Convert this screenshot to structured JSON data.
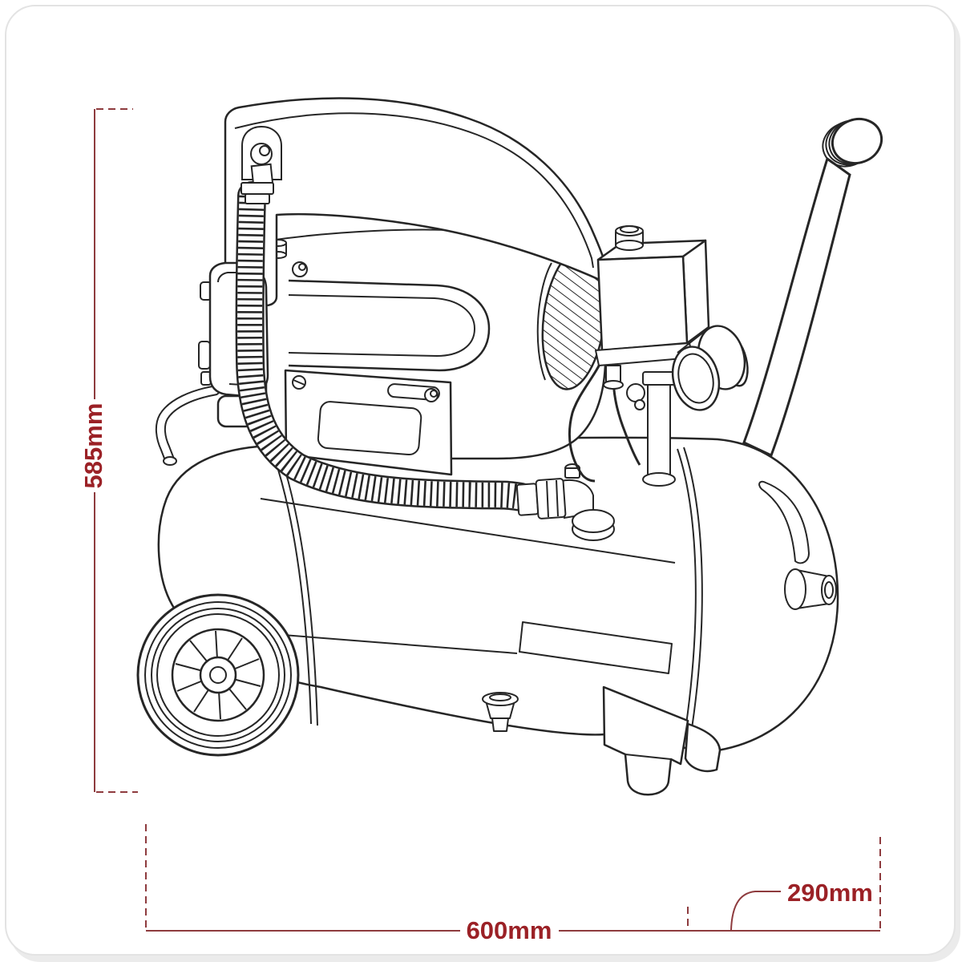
{
  "page": {
    "background": "#ffffff",
    "card_background": "#ffffff",
    "card_border": "#e3e3e3",
    "card_shadow": "#ebebeb"
  },
  "diagram": {
    "subject": "Air compressor technical line drawing",
    "stroke_color": "#262626",
    "annotation": {
      "line_color": "#8E3B3E",
      "text_color": "#9B2126"
    },
    "dimensions": {
      "height": {
        "label": "585mm",
        "orientation": "vertical"
      },
      "width": {
        "label": "600mm",
        "orientation": "horizontal"
      },
      "depth": {
        "label": "290mm",
        "orientation": "horizontal"
      }
    }
  }
}
